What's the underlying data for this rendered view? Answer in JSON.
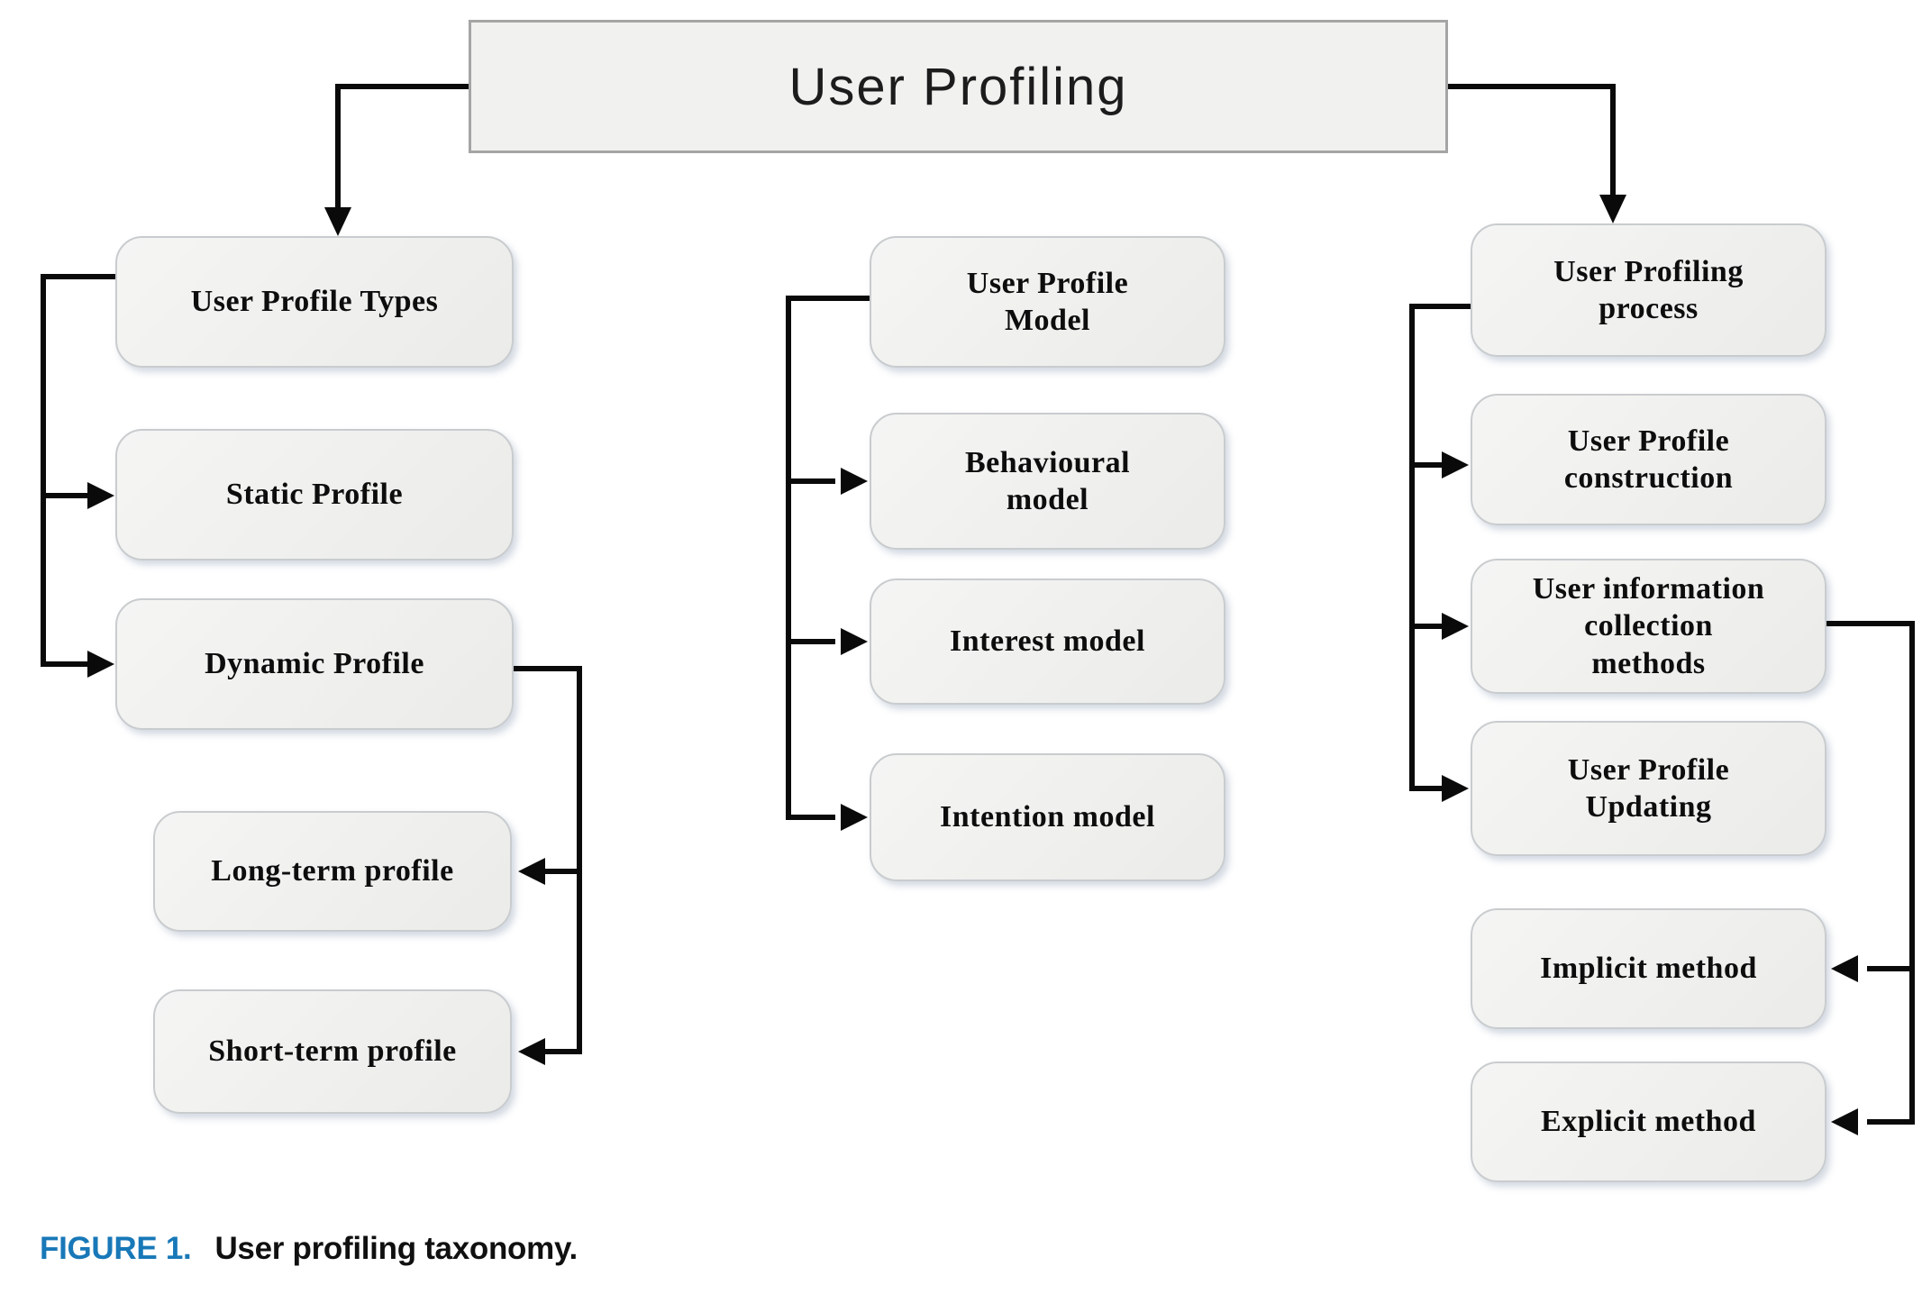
{
  "diagram": {
    "title": "User Profiling",
    "nodes": {
      "left": [
        {
          "id": "user-profile-types",
          "label": "User Profile Types"
        },
        {
          "id": "static-profile",
          "label": "Static Profile"
        },
        {
          "id": "dynamic-profile",
          "label": "Dynamic Profile"
        },
        {
          "id": "long-term-profile",
          "label": "Long-term profile"
        },
        {
          "id": "short-term-profile",
          "label": "Short-term profile"
        }
      ],
      "middle": [
        {
          "id": "user-profile-model",
          "label": "User Profile\nModel"
        },
        {
          "id": "behavioural-model",
          "label": "Behavioural\nmodel"
        },
        {
          "id": "interest-model",
          "label": "Interest model"
        },
        {
          "id": "intention-model",
          "label": "Intention model"
        }
      ],
      "right": [
        {
          "id": "user-profiling-process",
          "label": "User Profiling\nprocess"
        },
        {
          "id": "user-profile-construction",
          "label": "User Profile\nconstruction"
        },
        {
          "id": "user-information-collection-methods",
          "label": "User information\ncollection\nmethods"
        },
        {
          "id": "user-profile-updating",
          "label": "User Profile\nUpdating"
        },
        {
          "id": "implicit-method",
          "label": "Implicit method"
        },
        {
          "id": "explicit-method",
          "label": "Explicit method"
        }
      ]
    }
  },
  "caption": {
    "figure_label": "FIGURE 1.",
    "text": "User profiling taxonomy."
  },
  "colors": {
    "caption_accent": "#1878b8",
    "line": "#0a0a0a",
    "box_fill_light": "#f5f5f4",
    "box_fill_dark": "#ebebe9",
    "box_border": "#c9ccce",
    "title_fill": "#f1f1f0",
    "title_border": "#a5a5a5",
    "label_color": "#0d0d0d"
  }
}
